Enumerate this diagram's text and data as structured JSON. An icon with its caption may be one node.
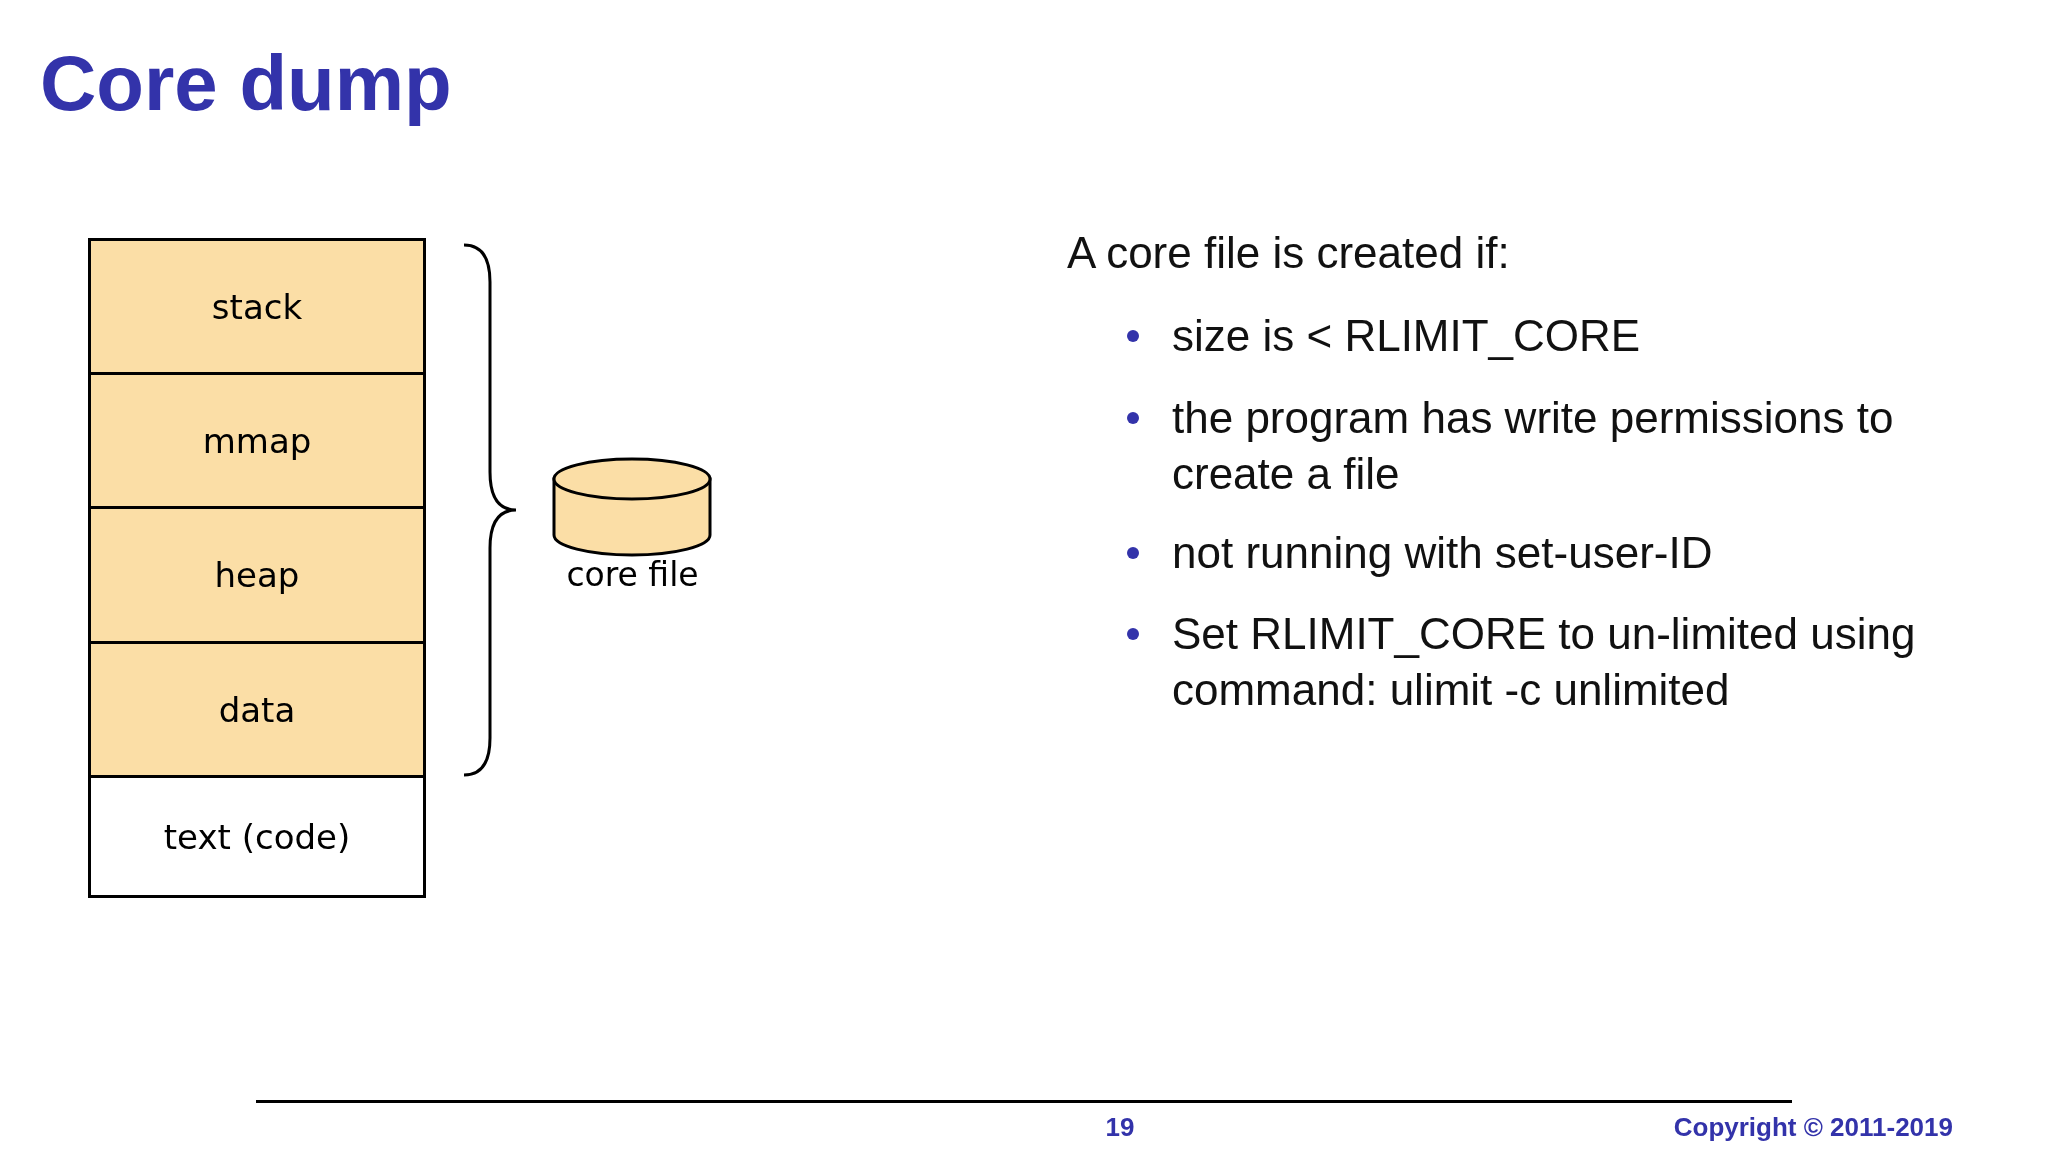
{
  "diagram": {
    "title": "Core dump",
    "nodes": [
      {
        "text": [
          "stack"
        ]
      },
      {
        "text": [
          "mmap"
        ]
      },
      {
        "text": [
          "heap"
        ]
      },
      {
        "text": [
          "data"
        ]
      },
      {
        "text": [
          "text (code)"
        ]
      },
      {
        "text": [
          "core file"
        ]
      }
    ],
    "edges": [],
    "labels": [
      "A core file is created if:",
      "size is < RLIMIT_CORE",
      "the program has write permissions to create a file",
      "not running with set-user-ID",
      "Set RLIMIT_CORE to un-limited using command: ulimit -c unlimited",
      "19",
      "Copyright © 2011-2019"
    ]
  }
}
